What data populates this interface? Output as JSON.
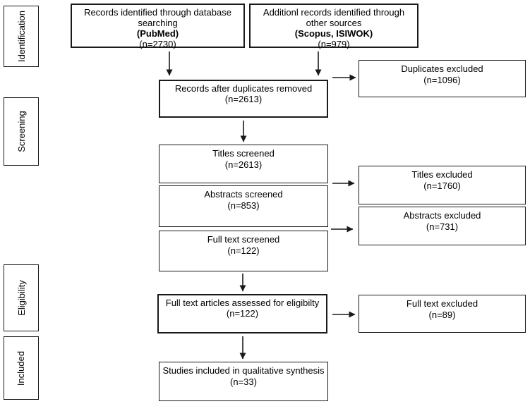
{
  "colors": {
    "border": "#1a1a1a",
    "background": "#ffffff",
    "text": "#000000",
    "arrow": "#1a1a1a"
  },
  "stages": [
    {
      "label": "Identification"
    },
    {
      "label": "Screening"
    },
    {
      "label": "Eligibility"
    },
    {
      "label": "Included"
    }
  ],
  "boxes": {
    "db_search": {
      "title": "Records identified through database searching",
      "subtitle_bold": "(PubMed)",
      "count": "(n=2730)"
    },
    "other_sources": {
      "title": "Additionl records identified through other sources",
      "subtitle_bold": "(Scopus, ISIWOK)",
      "count": "(n=979)"
    },
    "duplicates_excluded": {
      "title": "Duplicates excluded",
      "count": "(n=1096)"
    },
    "after_duplicates": {
      "title": "Records after duplicates removed",
      "count": "(n=2613)"
    },
    "titles_screened": {
      "title": "Titles screened",
      "count": "(n=2613)"
    },
    "titles_excluded": {
      "title": "Titles excluded",
      "count": "(n=1760)"
    },
    "abstracts_screened": {
      "title": "Abstracts screened",
      "count": "(n=853)"
    },
    "abstracts_excluded": {
      "title": "Abstracts excluded",
      "count": "(n=731)"
    },
    "fulltext_screened": {
      "title": "Full text screened",
      "count": "(n=122)"
    },
    "fulltext_assessed": {
      "title": "Full text articles assessed for eligibilty",
      "count": "(n=122)"
    },
    "fulltext_excluded": {
      "title": "Full text excluded",
      "count": "(n=89)"
    },
    "studies_included": {
      "title": "Studies included in qualitative synthesis",
      "count": "(n=33)"
    }
  }
}
